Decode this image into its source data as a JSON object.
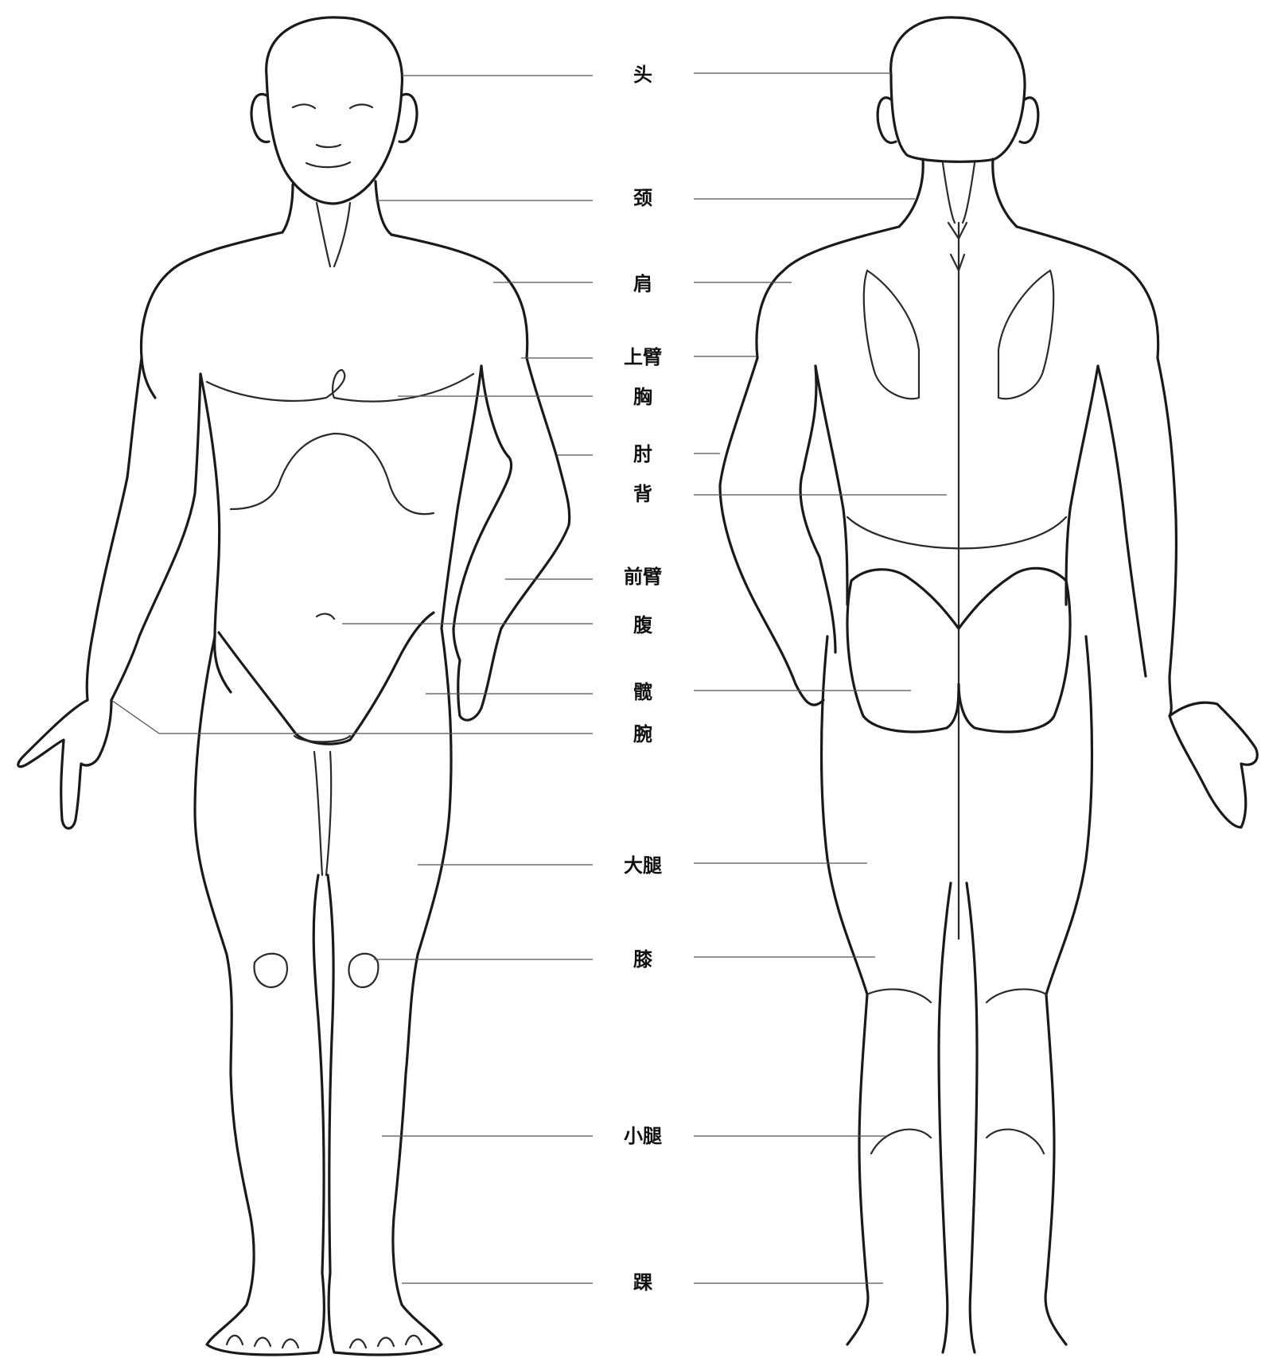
{
  "labels": [
    {
      "key": "head",
      "text": "头"
    },
    {
      "key": "neck",
      "text": "颈"
    },
    {
      "key": "shoulder",
      "text": "肩"
    },
    {
      "key": "upper-arm",
      "text": "上臂"
    },
    {
      "key": "chest",
      "text": "胸"
    },
    {
      "key": "elbow",
      "text": "肘"
    },
    {
      "key": "back",
      "text": "背"
    },
    {
      "key": "forearm",
      "text": "前臂"
    },
    {
      "key": "abdomen",
      "text": "腹"
    },
    {
      "key": "hip",
      "text": "髋"
    },
    {
      "key": "wrist",
      "text": "腕"
    },
    {
      "key": "thigh",
      "text": "大腿"
    },
    {
      "key": "knee",
      "text": "膝"
    },
    {
      "key": "calf",
      "text": "小腿"
    },
    {
      "key": "ankle",
      "text": "踝"
    }
  ]
}
